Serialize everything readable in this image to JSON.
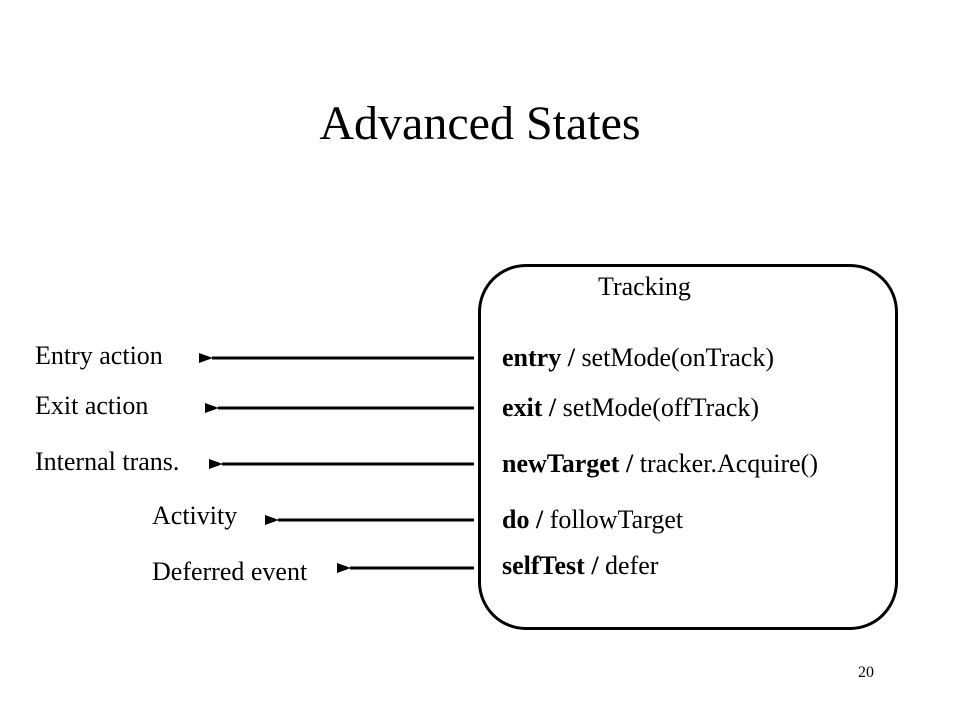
{
  "title": "Advanced States",
  "state": {
    "name": "Tracking",
    "lines": [
      {
        "keyword": "entry",
        "separator": "/",
        "action": "setMode(onTrack)"
      },
      {
        "keyword": "exit",
        "separator": "/",
        "action": "setMode(offTrack)"
      },
      {
        "keyword": "newTarget",
        "separator": "/",
        "action": "tracker.Acquire()"
      },
      {
        "keyword": "do",
        "separator": "/",
        "action": "followTarget"
      },
      {
        "keyword": "selfTest",
        "separator": "/",
        "action": "defer"
      }
    ]
  },
  "labels": [
    "Entry action",
    "Exit action",
    "Internal trans.",
    "Activity",
    "Deferred event"
  ],
  "page_number": "20"
}
